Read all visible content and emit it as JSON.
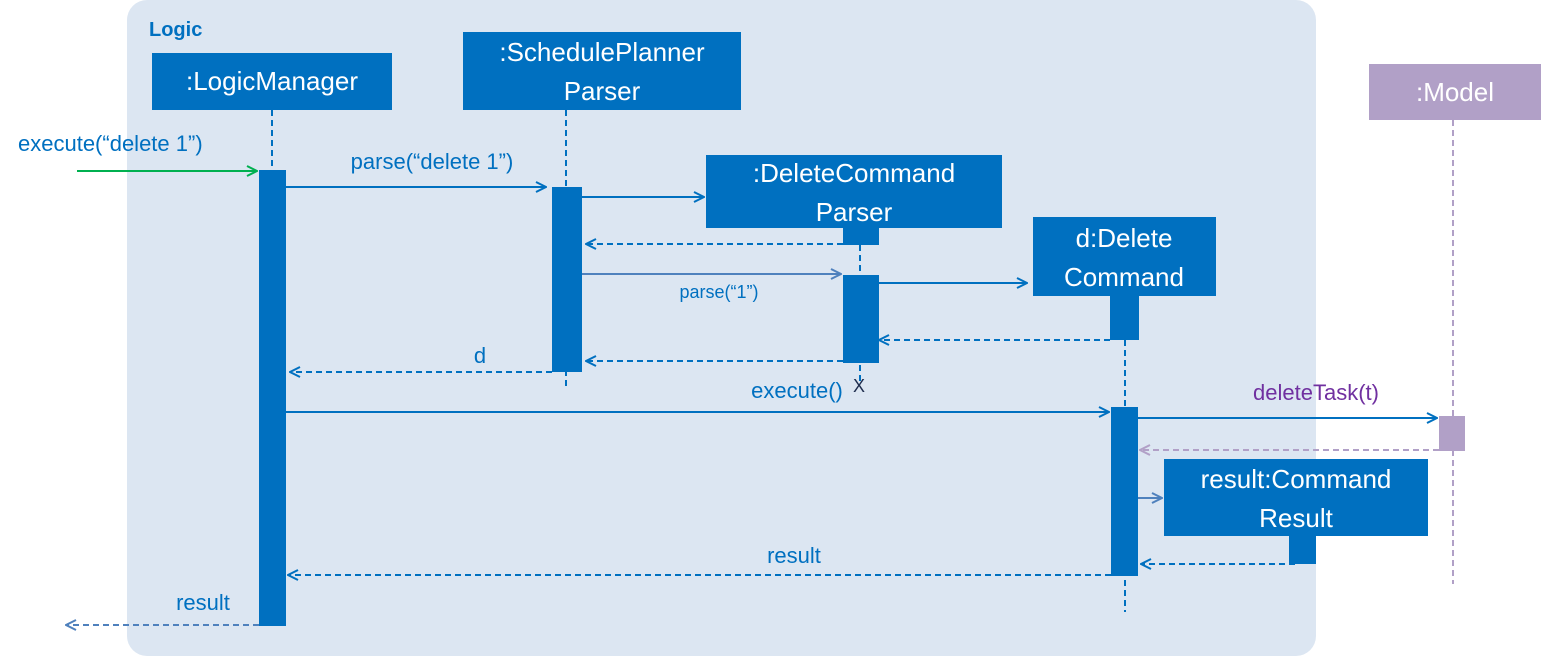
{
  "colors": {
    "frame_bg": "#dce6f2",
    "blue": "#0070c0",
    "box_text": "#ffffff",
    "green": "#00b050",
    "model": "#b1a0c7",
    "purple": "#7030a0",
    "destroy_mark": "#1f2d4e"
  },
  "frame": {
    "label": "Logic"
  },
  "participants": {
    "logic_manager": {
      "label": ":LogicManager"
    },
    "parser": {
      "line1": ":SchedulePlanner",
      "line2": "Parser"
    },
    "delete_parser": {
      "line1": ":DeleteCommand",
      "line2": "Parser"
    },
    "delete_command": {
      "line1": "d:Delete",
      "line2": "Command"
    },
    "command_result": {
      "line1": "result:Command",
      "line2": "Result"
    },
    "model": {
      "label": ":Model"
    }
  },
  "messages": {
    "execute_in": "execute(“delete 1”)",
    "parse_1": "parse(“delete 1”)",
    "parse_2": "parse(“1”)",
    "return_d": "d",
    "destroy_mark": "X",
    "execute": "execute()",
    "delete_task": "deleteTask(t)",
    "result_1": "result",
    "result_2": "result"
  }
}
